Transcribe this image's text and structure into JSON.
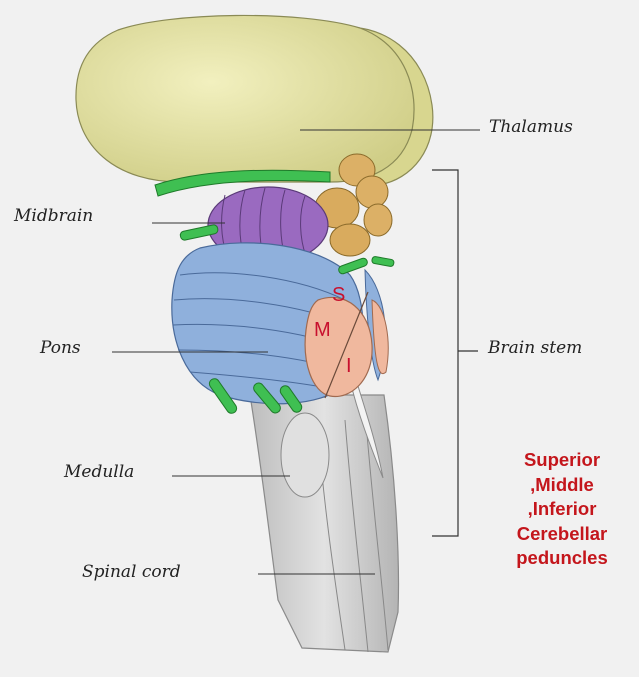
{
  "labels": {
    "thalamus": "Thalamus",
    "midbrain": "Midbrain",
    "pons": "Pons",
    "brain_stem": "Brain stem",
    "medulla": "Medulla",
    "spinal_cord": "Spinal cord"
  },
  "peduncle_letters": {
    "superior": "S",
    "middle": "M",
    "inferior": "I"
  },
  "note_lines": [
    "Superior",
    ",Middle",
    ",Inferior",
    "Cerebellar",
    "peduncles"
  ],
  "colors": {
    "background": "#f1f1f1",
    "thalamus": "#e6e4a6",
    "midbrain": "#9a6ac0",
    "pons": "#8fb0dc",
    "peduncles_cut": "#f0b89e",
    "geniculate_bodies": "#dcb066",
    "cranial_nerves": "#3fbf52",
    "brainstem_cord": "#cfcfcf",
    "note_text": "#c4161c"
  }
}
